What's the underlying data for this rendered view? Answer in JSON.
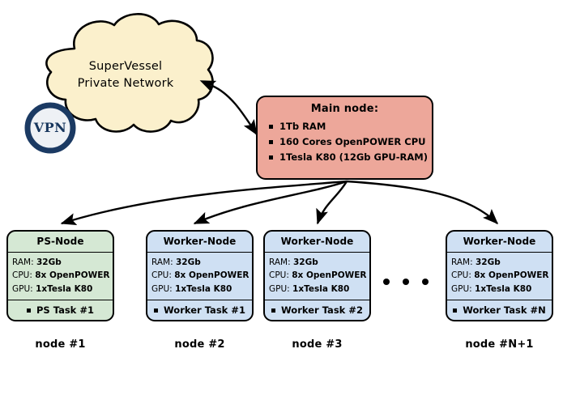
{
  "diagram": {
    "cloud": {
      "name": "supervessel-cloud",
      "line1": "SuperVessel",
      "line2": "Private Network",
      "fill": "#fbf0cc",
      "stroke": "#000000"
    },
    "vpn_badge": {
      "label": "VPN",
      "ring_color": "#1b3a63",
      "fill": "#eef1f5",
      "text_color": "#17365d"
    },
    "main_node": {
      "title": "Main node:",
      "fill": "#eda79a",
      "stroke": "#000000",
      "specs": [
        "1Tb RAM",
        "160 Cores OpenPOWER CPU",
        "1Tesla K80 (12Gb GPU-RAM)"
      ]
    },
    "nodes": [
      {
        "type": "ps",
        "header": "PS-Node",
        "fill": "#d5e8d4",
        "ram_key": "RAM:",
        "ram_value": "32Gb",
        "cpu_key": "CPU:",
        "cpu_value": "8x OpenPOWER",
        "gpu_key": "GPU:",
        "gpu_value": "1xTesla K80",
        "task": "PS Task #1",
        "caption": "node #1"
      },
      {
        "type": "worker",
        "header": "Worker-Node",
        "fill": "#cfe0f3",
        "ram_key": "RAM:",
        "ram_value": "32Gb",
        "cpu_key": "CPU:",
        "cpu_value": "8x OpenPOWER",
        "gpu_key": "GPU:",
        "gpu_value": "1xTesla K80",
        "task": "Worker Task #1",
        "caption": "node #2"
      },
      {
        "type": "worker",
        "header": "Worker-Node",
        "fill": "#cfe0f3",
        "ram_key": "RAM:",
        "ram_value": "32Gb",
        "cpu_key": "CPU:",
        "cpu_value": "8x OpenPOWER",
        "gpu_key": "GPU:",
        "gpu_value": "1xTesla K80",
        "task": "Worker Task #2",
        "caption": "node #3"
      },
      {
        "type": "worker",
        "header": "Worker-Node",
        "fill": "#cfe0f3",
        "ram_key": "RAM:",
        "ram_value": "32Gb",
        "cpu_key": "CPU:",
        "cpu_value": "8x OpenPOWER",
        "gpu_key": "GPU:",
        "gpu_value": "1xTesla K80",
        "task": "Worker Task #N",
        "caption": "node #N+1"
      }
    ],
    "ellipsis": "•••",
    "connectors": {
      "cloud_to_main": "double-headed-arrow",
      "main_to_nodes": "fan-out-arrows"
    }
  }
}
